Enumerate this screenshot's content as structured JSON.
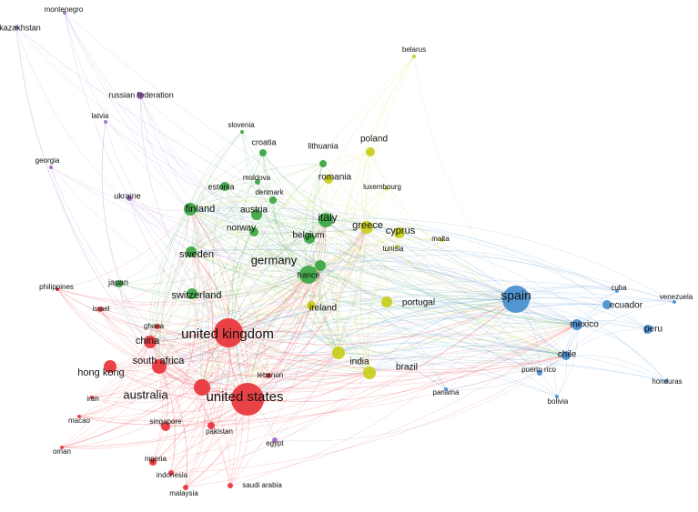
{
  "clusters": {
    "red": "#e8393e",
    "green": "#3ea845",
    "blue": "#4a90d0",
    "yellow": "#c9cf20",
    "purple": "#a06fc8"
  },
  "nodes": [
    {
      "id": "montenegro",
      "label": "montenegro",
      "cluster": "purple",
      "weight": 1
    },
    {
      "id": "kazakhstan",
      "label": "kazakhstan",
      "cluster": "purple",
      "weight": 2
    },
    {
      "id": "belarus",
      "label": "belarus",
      "cluster": "yellow",
      "weight": 1
    },
    {
      "id": "russian_federation",
      "label": "russian federation",
      "cluster": "purple",
      "weight": 3
    },
    {
      "id": "latvia",
      "label": "latvia",
      "cluster": "purple",
      "weight": 1
    },
    {
      "id": "georgia",
      "label": "georgia",
      "cluster": "purple",
      "weight": 1
    },
    {
      "id": "ukraine",
      "label": "ukraine",
      "cluster": "purple",
      "weight": 2
    },
    {
      "id": "slovenia",
      "label": "slovenia",
      "cluster": "green",
      "weight": 1
    },
    {
      "id": "croatia",
      "label": "croatia",
      "cluster": "green",
      "weight": 2
    },
    {
      "id": "lithuania",
      "label": "lithuania",
      "cluster": "green",
      "weight": 2
    },
    {
      "id": "poland",
      "label": "poland",
      "cluster": "yellow",
      "weight": 3
    },
    {
      "id": "romania",
      "label": "romania",
      "cluster": "yellow",
      "weight": 3
    },
    {
      "id": "estonia",
      "label": "estonia",
      "cluster": "green",
      "weight": 3
    },
    {
      "id": "moldova",
      "label": "moldova",
      "cluster": "green",
      "weight": 1
    },
    {
      "id": "luxembourg",
      "label": "luxembourg",
      "cluster": "yellow",
      "weight": 1
    },
    {
      "id": "denmark",
      "label": "denmark",
      "cluster": "green",
      "weight": 2
    },
    {
      "id": "finland",
      "label": "finland",
      "cluster": "green",
      "weight": 4
    },
    {
      "id": "austria",
      "label": "austria",
      "cluster": "green",
      "weight": 3
    },
    {
      "id": "italy",
      "label": "italy",
      "cluster": "green",
      "weight": 5
    },
    {
      "id": "greece",
      "label": "greece",
      "cluster": "yellow",
      "weight": 5
    },
    {
      "id": "cyprus",
      "label": "cyprus",
      "cluster": "yellow",
      "weight": 4
    },
    {
      "id": "norway",
      "label": "norway",
      "cluster": "green",
      "weight": 3
    },
    {
      "id": "belgium",
      "label": "belgium",
      "cluster": "green",
      "weight": 3
    },
    {
      "id": "tunisia",
      "label": "tunisia",
      "cluster": "yellow",
      "weight": 1
    },
    {
      "id": "malta",
      "label": "malta",
      "cluster": "yellow",
      "weight": 1
    },
    {
      "id": "sweden",
      "label": "sweden",
      "cluster": "green",
      "weight": 4
    },
    {
      "id": "germany",
      "label": "germany",
      "cluster": "green",
      "weight": 7
    },
    {
      "id": "france",
      "label": "france",
      "cluster": "green",
      "weight": 5
    },
    {
      "id": "japan",
      "label": "japan",
      "cluster": "green",
      "weight": 2
    },
    {
      "id": "switzerland",
      "label": "switzerland",
      "cluster": "green",
      "weight": 3
    },
    {
      "id": "ireland",
      "label": "ireland",
      "cluster": "yellow",
      "weight": 3
    },
    {
      "id": "portugal",
      "label": "portugal",
      "cluster": "yellow",
      "weight": 3
    },
    {
      "id": "spain",
      "label": "spain",
      "cluster": "blue",
      "weight": 9
    },
    {
      "id": "cuba",
      "label": "cuba",
      "cluster": "blue",
      "weight": 1
    },
    {
      "id": "venezuela",
      "label": "venezuela",
      "cluster": "blue",
      "weight": 1
    },
    {
      "id": "ecuador",
      "label": "ecuador",
      "cluster": "blue",
      "weight": 3
    },
    {
      "id": "mexico",
      "label": "mexico",
      "cluster": "blue",
      "weight": 4
    },
    {
      "id": "peru",
      "label": "peru",
      "cluster": "blue",
      "weight": 3
    },
    {
      "id": "chile",
      "label": "chile",
      "cluster": "blue",
      "weight": 4
    },
    {
      "id": "puerto_rico",
      "label": "puerto rico",
      "cluster": "blue",
      "weight": 1
    },
    {
      "id": "bolivia",
      "label": "bolivia",
      "cluster": "blue",
      "weight": 1
    },
    {
      "id": "honduras",
      "label": "honduras",
      "cluster": "blue",
      "weight": 1
    },
    {
      "id": "philippines",
      "label": "philippines",
      "cluster": "red",
      "weight": 1
    },
    {
      "id": "israel",
      "label": "israel",
      "cluster": "red",
      "weight": 2
    },
    {
      "id": "ghana",
      "label": "ghana",
      "cluster": "red",
      "weight": 1
    },
    {
      "id": "china",
      "label": "china",
      "cluster": "red",
      "weight": 5
    },
    {
      "id": "united_kingdom",
      "label": "united kingdom",
      "cluster": "red",
      "weight": 10
    },
    {
      "id": "hong_kong",
      "label": "hong kong",
      "cluster": "red",
      "weight": 4
    },
    {
      "id": "south_africa",
      "label": "south africa",
      "cluster": "red",
      "weight": 5
    },
    {
      "id": "australia",
      "label": "australia",
      "cluster": "red",
      "weight": 6
    },
    {
      "id": "united_states",
      "label": "united states",
      "cluster": "red",
      "weight": 10
    },
    {
      "id": "lebanon",
      "label": "lebanon",
      "cluster": "red",
      "weight": 1
    },
    {
      "id": "india",
      "label": "india",
      "cluster": "yellow",
      "weight": 4
    },
    {
      "id": "brazil",
      "label": "brazil",
      "cluster": "yellow",
      "weight": 4
    },
    {
      "id": "panama",
      "label": "panama",
      "cluster": "blue",
      "weight": 1
    },
    {
      "id": "iran",
      "label": "iran",
      "cluster": "red",
      "weight": 1
    },
    {
      "id": "macao",
      "label": "macao",
      "cluster": "red",
      "weight": 1
    },
    {
      "id": "singapore",
      "label": "singapore",
      "cluster": "red",
      "weight": 2
    },
    {
      "id": "pakistan",
      "label": "pakistan",
      "cluster": "red",
      "weight": 2
    },
    {
      "id": "egypt",
      "label": "egypt",
      "cluster": "purple",
      "weight": 1
    },
    {
      "id": "oman",
      "label": "oman",
      "cluster": "red",
      "weight": 1
    },
    {
      "id": "nigeria",
      "label": "nigeria",
      "cluster": "red",
      "weight": 2
    },
    {
      "id": "indonesia",
      "label": "indonesia",
      "cluster": "red",
      "weight": 1
    },
    {
      "id": "malaysia",
      "label": "malaysia",
      "cluster": "red",
      "weight": 1
    },
    {
      "id": "saudi_arabia",
      "label": "saudi arabia",
      "cluster": "red",
      "weight": 1
    }
  ]
}
